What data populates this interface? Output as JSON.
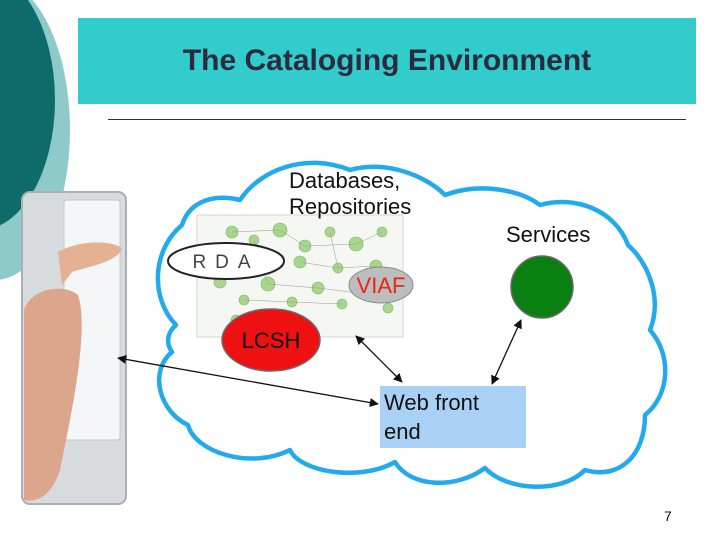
{
  "slide": {
    "title": "The Cataloging Environment",
    "page_number": "7"
  },
  "diagram": {
    "databases_label": "Databases,\nRepositories",
    "services_label": "Services",
    "viaf_label": "VIAF",
    "lcsh_label": "LCSH",
    "rda_label": "RDA",
    "web_front_end_label": "Web front\nend"
  },
  "colors": {
    "title_bar": "#33cccc",
    "cloud_outline": "#22aaee",
    "lcsh_fill": "#ee1111",
    "services_fill": "#0a7f12",
    "web_front_fill": "#a9d0f5",
    "viaf_text": "#e8251a",
    "slide_accent_dark": "#0f6a6a",
    "slide_accent_light": "#88c8c8"
  }
}
